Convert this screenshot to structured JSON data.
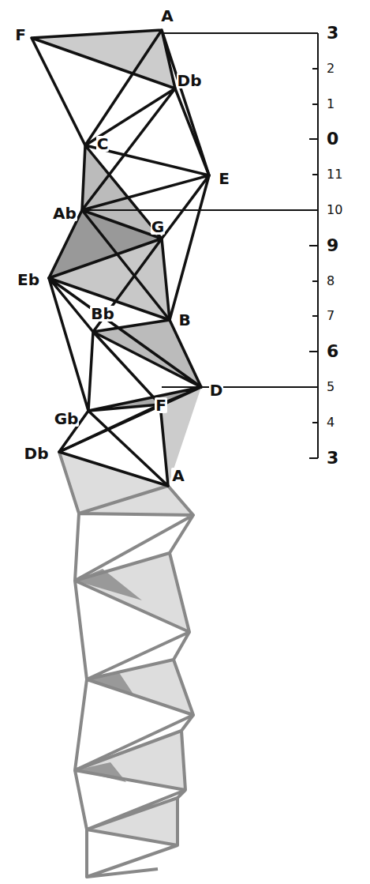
{
  "diagram": {
    "labels": [
      "A",
      "F",
      "Db",
      "C",
      "E",
      "Ab",
      "G",
      "Eb",
      "Bb",
      "B",
      "D",
      "Gb",
      "F",
      "Db",
      "A",
      "3",
      "2",
      "1",
      "0",
      "11",
      "10",
      "9",
      "8",
      "7",
      "6",
      "5",
      "4",
      "3"
    ]
  }
}
